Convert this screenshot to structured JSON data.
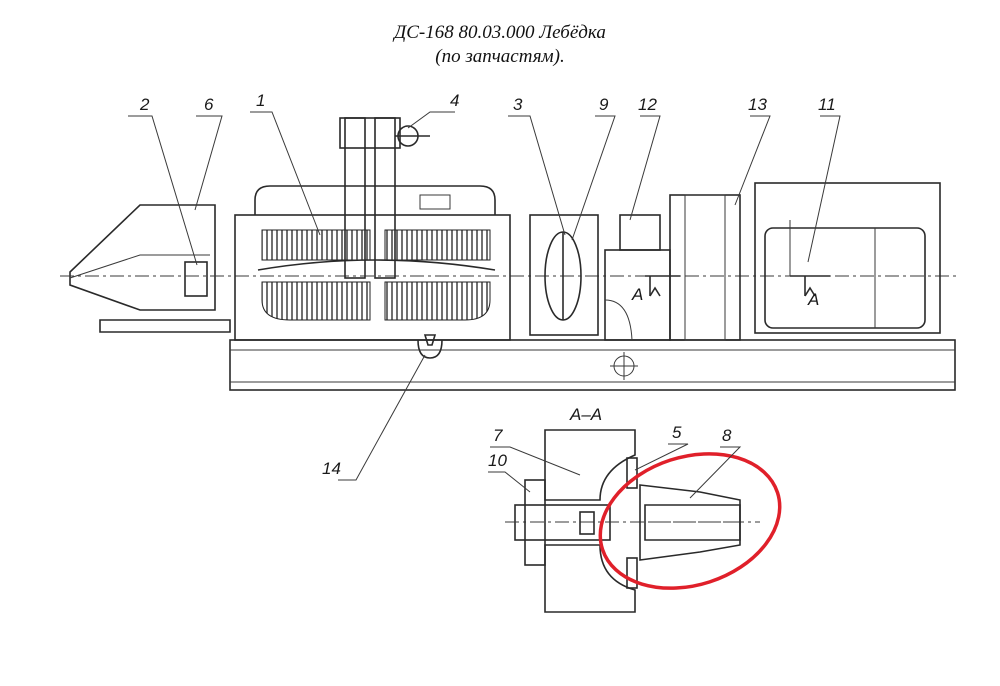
{
  "title": {
    "line1": "ДС-168 80.03.000 Лебёдка",
    "line2": "(по запчастям)."
  },
  "section_title": "А–А",
  "section_marks": [
    "А",
    "А"
  ],
  "callouts": [
    "1",
    "2",
    "3",
    "4",
    "5",
    "6",
    "7",
    "8",
    "9",
    "10",
    "11",
    "12",
    "13",
    "14"
  ],
  "highlight_color": "#e0202a"
}
